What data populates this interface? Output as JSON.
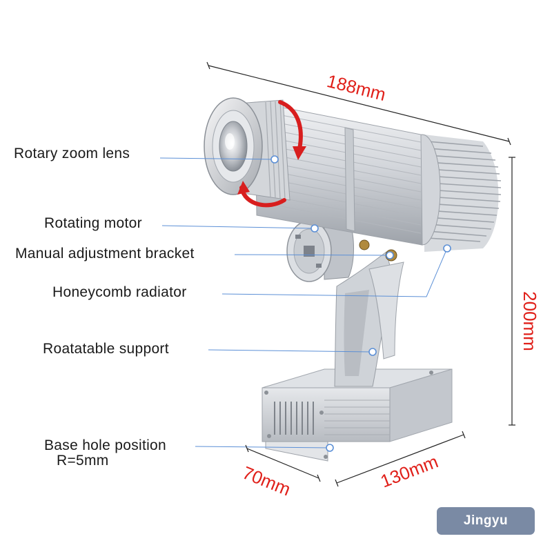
{
  "labels": {
    "rotary_zoom_lens": "Rotary zoom lens",
    "rotating_motor": "Rotating motor",
    "manual_adjustment_bracket": "Manual adjustment bracket",
    "honeycomb_radiator": "Honeycomb radiator",
    "rotatable_support": "Roatatable support",
    "base_hole_position": "Base hole position",
    "base_hole_radius": "R=5mm"
  },
  "dimensions": {
    "length": "188mm",
    "height": "200mm",
    "depth": "70mm",
    "width": "130mm"
  },
  "brand": "Jingyu",
  "colors": {
    "dimension_text": "#e0201a",
    "leader_line": "#5b8fd6",
    "arrow": "#d81e1e",
    "brand_badge": "#7a8aa4"
  }
}
